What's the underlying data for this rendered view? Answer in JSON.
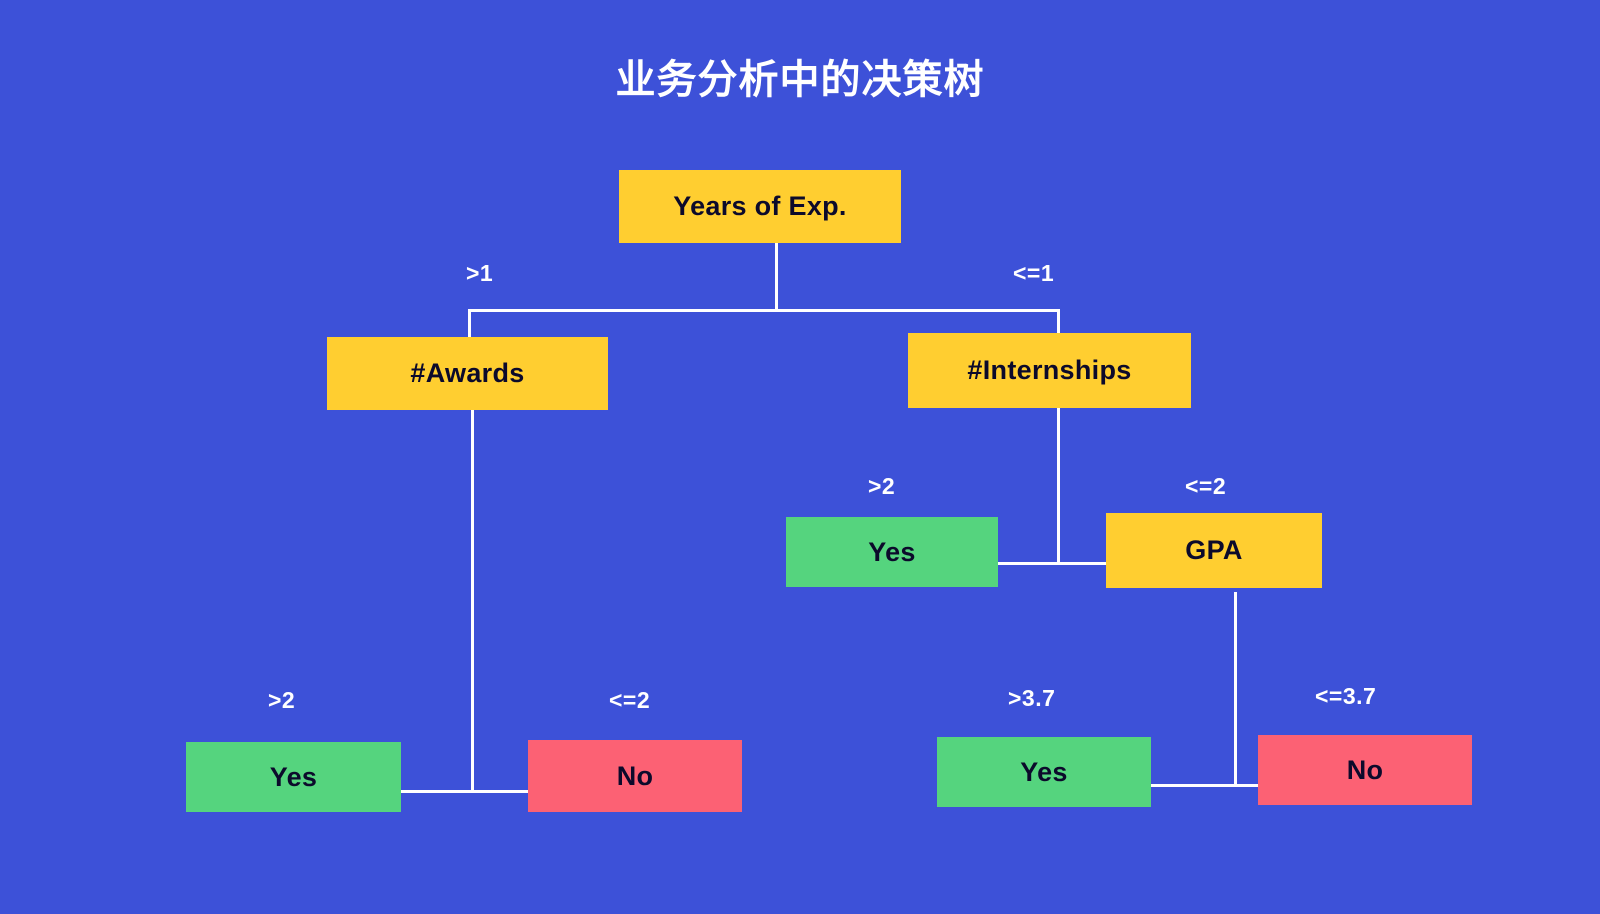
{
  "title": "业务分析中的决策树",
  "colors": {
    "background": "#3D51D8",
    "decision_node": "#FFCE30",
    "leaf_yes": "#55D47E",
    "leaf_no": "#FC6174",
    "node_text": "#0C0A2B",
    "edge_label_text": "#FFFFFF",
    "connector": "#FFFFFF"
  },
  "nodes": {
    "root": "Years of Exp.",
    "awards": "#Awards",
    "internships": "#Internships",
    "gpa": "GPA",
    "internships_yes": "Yes",
    "awards_yes": "Yes",
    "awards_no": "No",
    "gpa_yes": "Yes",
    "gpa_no": "No"
  },
  "edge_labels": {
    "root_left": ">1",
    "root_right": "<=1",
    "internships_left": ">2",
    "internships_right": "<=2",
    "awards_left": ">2",
    "awards_right": "<=2",
    "gpa_left": ">3.7",
    "gpa_right": "<=3.7"
  },
  "chart_data": {
    "type": "diagram",
    "diagram_type": "decision-tree",
    "title": "业务分析中的决策树",
    "tree": {
      "label": "Years of Exp.",
      "kind": "decision",
      "children": [
        {
          "branch": ">1",
          "label": "#Awards",
          "kind": "decision",
          "children": [
            {
              "branch": ">2",
              "label": "Yes",
              "kind": "leaf-yes"
            },
            {
              "branch": "<=2",
              "label": "No",
              "kind": "leaf-no"
            }
          ]
        },
        {
          "branch": "<=1",
          "label": "#Internships",
          "kind": "decision",
          "children": [
            {
              "branch": ">2",
              "label": "Yes",
              "kind": "leaf-yes"
            },
            {
              "branch": "<=2",
              "label": "GPA",
              "kind": "decision",
              "children": [
                {
                  "branch": ">3.7",
                  "label": "Yes",
                  "kind": "leaf-yes"
                },
                {
                  "branch": "<=3.7",
                  "label": "No",
                  "kind": "leaf-no"
                }
              ]
            }
          ]
        }
      ]
    }
  }
}
